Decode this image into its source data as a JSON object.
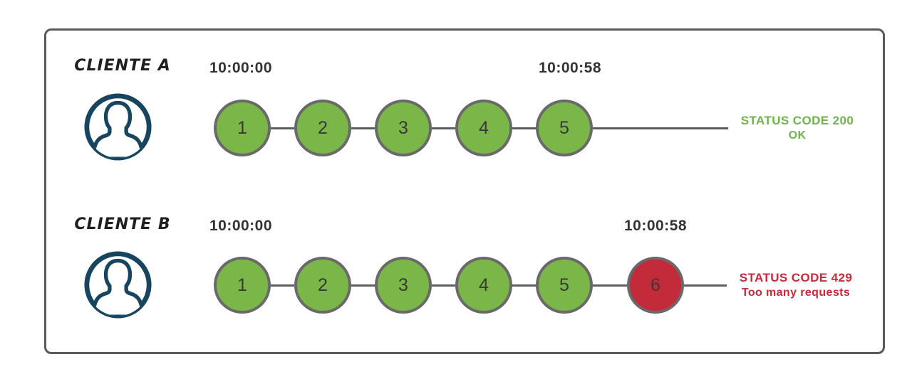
{
  "rows": [
    {
      "client": "CLIENTE A",
      "start_time": "10:00:00",
      "end_time": "10:00:58",
      "steps": [
        {
          "label": "1",
          "state": "ok"
        },
        {
          "label": "2",
          "state": "ok"
        },
        {
          "label": "3",
          "state": "ok"
        },
        {
          "label": "4",
          "state": "ok"
        },
        {
          "label": "5",
          "state": "ok"
        }
      ],
      "status": {
        "line1": "STATUS CODE 200",
        "line2": "OK",
        "state": "ok"
      }
    },
    {
      "client": "CLIENTE B",
      "start_time": "10:00:00",
      "end_time": "10:00:58",
      "steps": [
        {
          "label": "1",
          "state": "ok"
        },
        {
          "label": "2",
          "state": "ok"
        },
        {
          "label": "3",
          "state": "ok"
        },
        {
          "label": "4",
          "state": "ok"
        },
        {
          "label": "5",
          "state": "ok"
        },
        {
          "label": "6",
          "state": "error"
        }
      ],
      "status": {
        "line1": "STATUS CODE 429",
        "line2": "Too many requests",
        "state": "error"
      }
    }
  ],
  "icons": {
    "client_icon": "user-avatar-icon"
  },
  "colors": {
    "success_fill": "#7ab648",
    "error_fill": "#c42b3a",
    "success_text": "#6eb549",
    "error_text": "#c9293a",
    "connector_line": "#5d5d5d",
    "circle_border": "#696969",
    "frame_border": "#58595b",
    "avatar": "#17455f",
    "timestamp_text": "#333333",
    "client_label_text": "#1f1f1f"
  }
}
